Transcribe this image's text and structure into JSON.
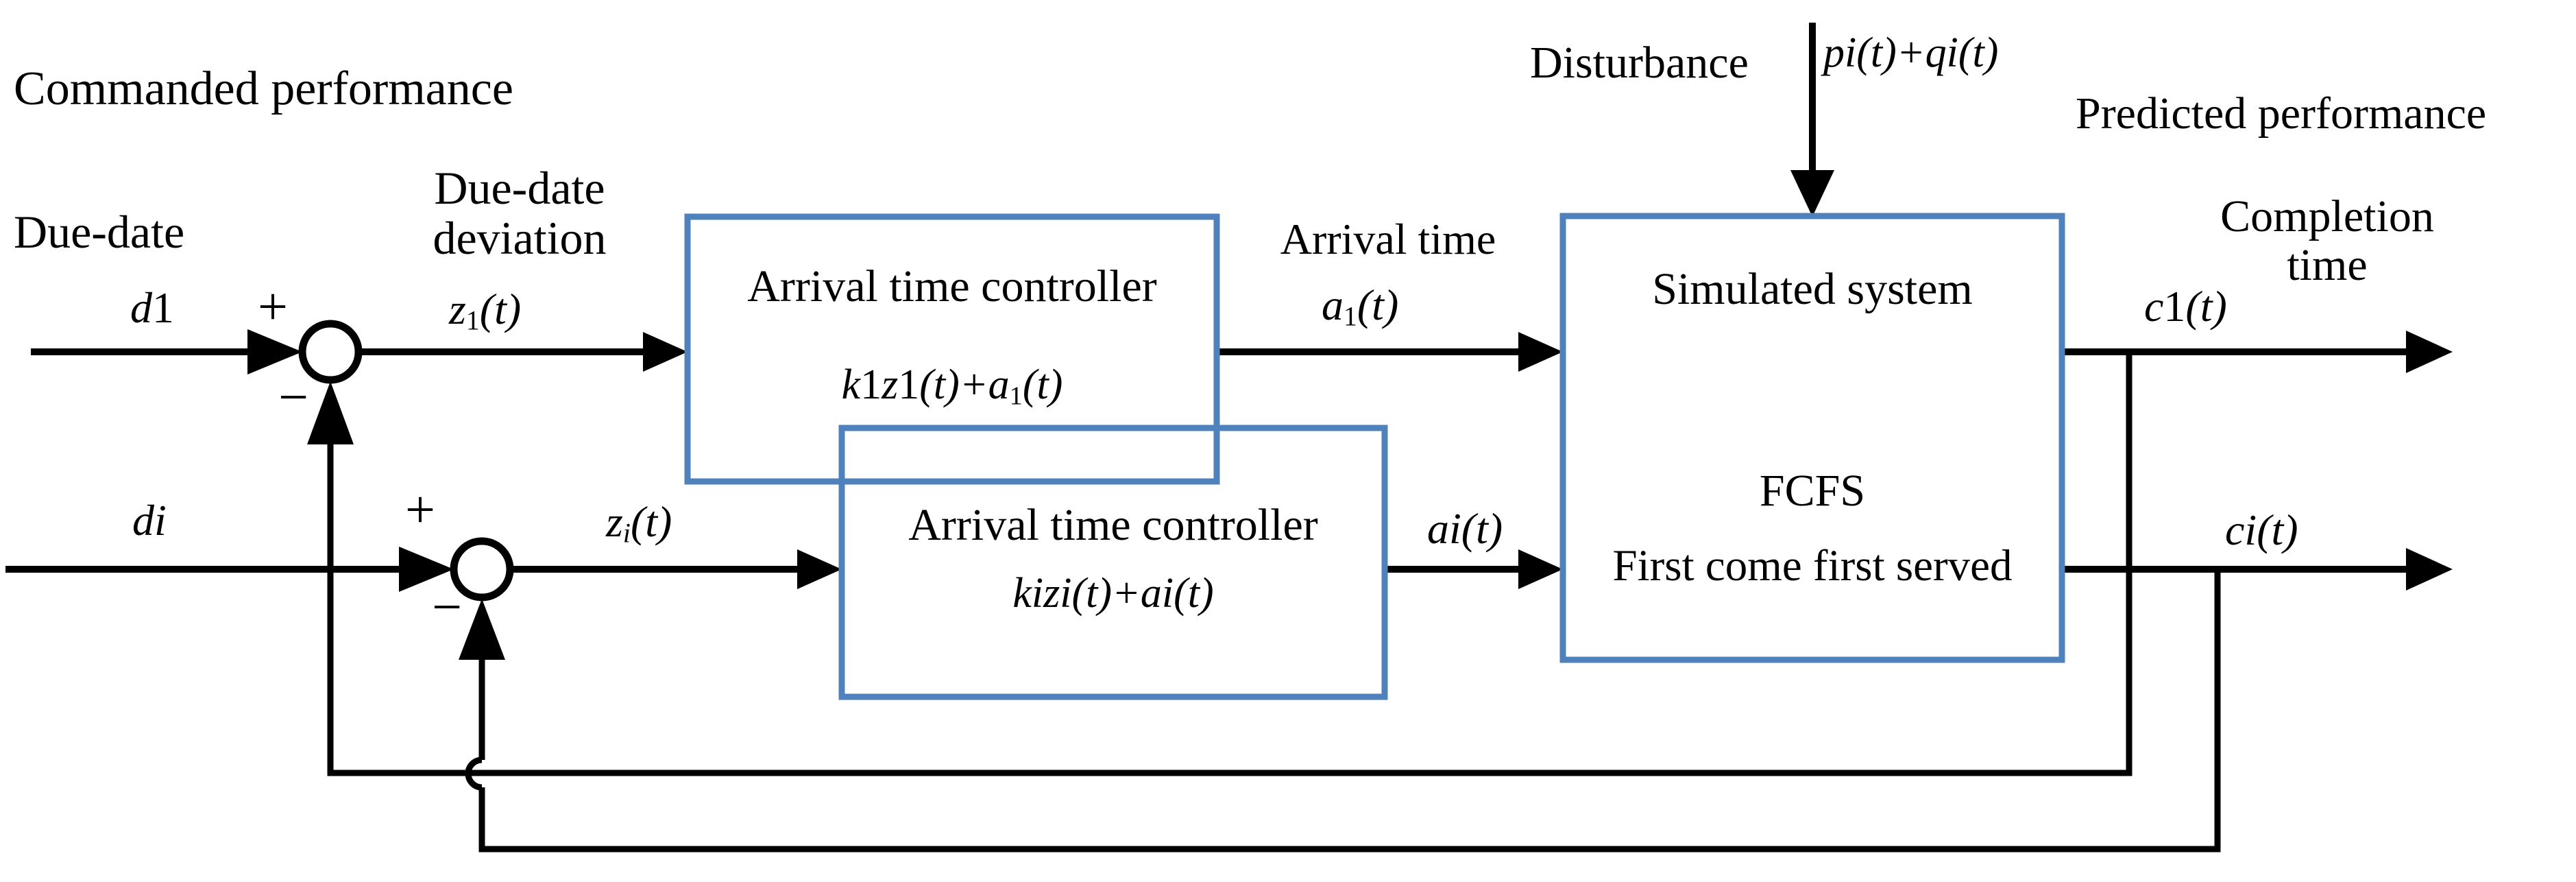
{
  "figure": {
    "background": "#ffffff",
    "line_color": "#000000",
    "box_border_color": "#4f81bd",
    "annotations": {
      "commanded_performance": "Commanded performance",
      "due_date": "Due-date",
      "due_date_deviation": [
        "Due-date",
        "deviation"
      ],
      "arrival_time": "Arrival time",
      "disturbance": "Disturbance",
      "predicted_performance": "Predicted performance",
      "completion_time": [
        "Completion",
        "time"
      ]
    },
    "blocks": {
      "controller1": {
        "title": "Arrival time controller"
      },
      "controller2": {
        "title": "Arrival time controller"
      },
      "simulated_system": {
        "title": "Simulated system",
        "discipline_abbr": "FCFS",
        "discipline_full": "First come first served"
      }
    },
    "junctions": {
      "sum1": {
        "plus": "+",
        "minus": "−"
      },
      "sum2": {
        "plus": "+",
        "minus": "−"
      }
    },
    "signals": {
      "d1": [
        {
          "t": "d",
          "i": true
        },
        {
          "t": "1"
        }
      ],
      "z1": [
        {
          "t": "z",
          "i": true
        },
        {
          "t": "1",
          "s": true
        },
        {
          "t": "(t)",
          "i": true
        }
      ],
      "di": [
        {
          "t": "di",
          "i": true
        }
      ],
      "zi": [
        {
          "t": "z",
          "i": true
        },
        {
          "t": "i",
          "i": true,
          "s": true
        },
        {
          "t": "(t)",
          "i": true
        }
      ],
      "a1": [
        {
          "t": "a",
          "i": true
        },
        {
          "t": "1",
          "s": true
        },
        {
          "t": "(t)",
          "i": true
        }
      ],
      "ai": [
        {
          "t": "ai",
          "i": true
        },
        {
          "t": "(t)",
          "i": true
        }
      ],
      "c1": [
        {
          "t": "c",
          "i": true
        },
        {
          "t": "1"
        },
        {
          "t": "(t)",
          "i": true
        }
      ],
      "ci": [
        {
          "t": "ci",
          "i": true
        },
        {
          "t": "(t)",
          "i": true
        }
      ],
      "eq1": [
        {
          "t": "k",
          "i": true
        },
        {
          "t": "1"
        },
        {
          "t": "z",
          "i": true
        },
        {
          "t": "1"
        },
        {
          "t": "(t)+",
          "i": true
        },
        {
          "t": "a",
          "i": true
        },
        {
          "t": "1",
          "s": true
        },
        {
          "t": "(t)",
          "i": true
        }
      ],
      "eq2": [
        {
          "t": "kizi",
          "i": true
        },
        {
          "t": "(t)+",
          "i": true
        },
        {
          "t": "ai",
          "i": true
        },
        {
          "t": "(t)",
          "i": true
        }
      ],
      "disturbance_expr": [
        {
          "t": "pi",
          "i": true
        },
        {
          "t": "(t)+",
          "i": true
        },
        {
          "t": "qi",
          "i": true
        },
        {
          "t": "(t)",
          "i": true
        }
      ]
    }
  }
}
